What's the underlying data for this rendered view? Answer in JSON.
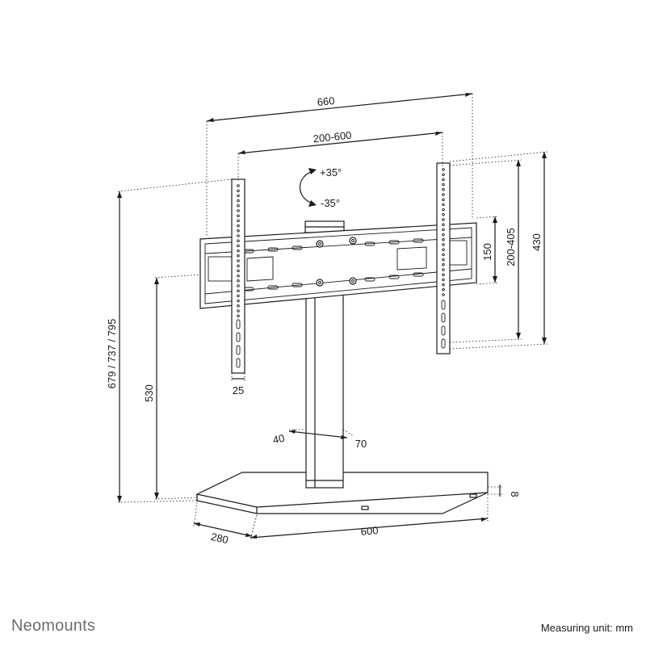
{
  "dimensions": {
    "overall_width": "660",
    "vesa_horizontal": "200-600",
    "tilt_up": "+35°",
    "tilt_down": "-35°",
    "plate_height": "150",
    "vesa_vertical": "200-405",
    "arm_height": "430",
    "total_height": "679 / 737 / 795",
    "mount_height": "530",
    "arm_width": "25",
    "column_offset_left": "40",
    "column_offset_right": "70",
    "base_depth": "280",
    "base_width": "600",
    "base_thickness": "8"
  },
  "footer": {
    "brand": "Neomounts",
    "unit_note": "Measuring unit: mm"
  }
}
